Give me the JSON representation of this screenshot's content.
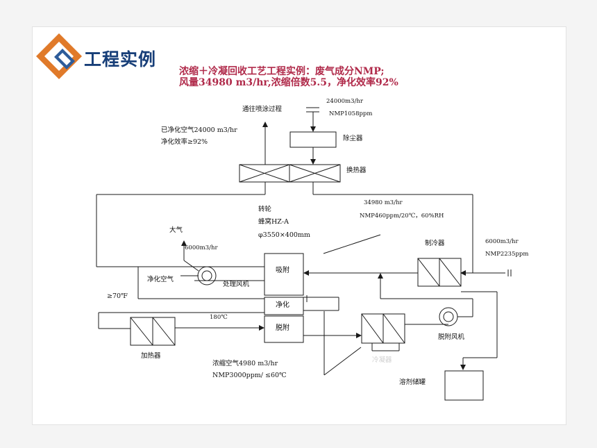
{
  "header": {
    "title": "工程实例",
    "subtitle_line1": "浓缩＋冷凝回收工艺工程实例：废气成分NMP;",
    "subtitle_line2": "风量34980 m3/hr,浓缩倍数5.5，净化效率92%"
  },
  "labels": {
    "to_coating": "通往喷涂过程",
    "inlet_flow": "24000m3/hr",
    "inlet_conc": "NMP1058ppm",
    "dust_remover": "除尘器",
    "heat_exchanger": "换热器",
    "purified_flow": "已净化空气24000 m3/hr",
    "purified_eff": "净化效率≥92%",
    "rotor": "转轮",
    "honeycomb": "蜂窝HZ-A",
    "rotor_size": "φ3550×400mm",
    "mix_flow": "34980 m3/hr",
    "mix_conc": "NMP460ppm/20℃，60%RH",
    "atmosphere": "大气",
    "process_fan_flow": "6000m3/hr",
    "purified_air": "净化空气",
    "process_fan": "处理风机",
    "temp_70f": "≥70℉",
    "adsorb": "吸附",
    "purify": "净化",
    "desorb": "脱附",
    "cooler": "制冷器",
    "cooler_flow": "6000m3/hr",
    "cooler_conc": "NMP2235ppm",
    "temp_180": "180℃",
    "heater": "加热器",
    "desorb_fan": "脱附风机",
    "condenser_faint": "冷凝器",
    "conc_air": "浓缩空气4980 m3/hr",
    "conc_nmp": "NMP3000ppm/ ≤60℃",
    "solvent_tank": "溶剂储罐"
  },
  "colors": {
    "title": "#173e78",
    "subtitle": "#b02a4a",
    "logo_orange": "#e07a2a",
    "logo_blue": "#2d5c9a",
    "line": "#1a1a1a"
  }
}
